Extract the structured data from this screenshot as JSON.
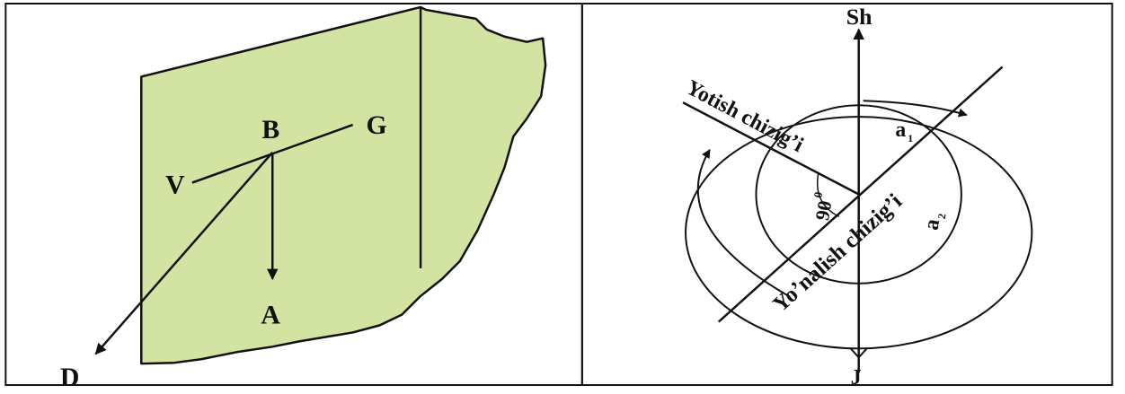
{
  "left_panel": {
    "fill_color": "#d3e3a1",
    "labels": {
      "b": "B",
      "g": "G",
      "v": "V",
      "a": "A",
      "d": "D"
    }
  },
  "right_panel": {
    "labels": {
      "north": "Sh",
      "south": "J",
      "strike_line": "Yotish chizig’i",
      "dip_line": "Yo’nalish chizig’i",
      "right_angle": "90",
      "right_angle_unit": "0",
      "angle_a1": "a",
      "angle_a1_sub": "1",
      "angle_a2": "a",
      "angle_a2_sub": "2"
    }
  }
}
